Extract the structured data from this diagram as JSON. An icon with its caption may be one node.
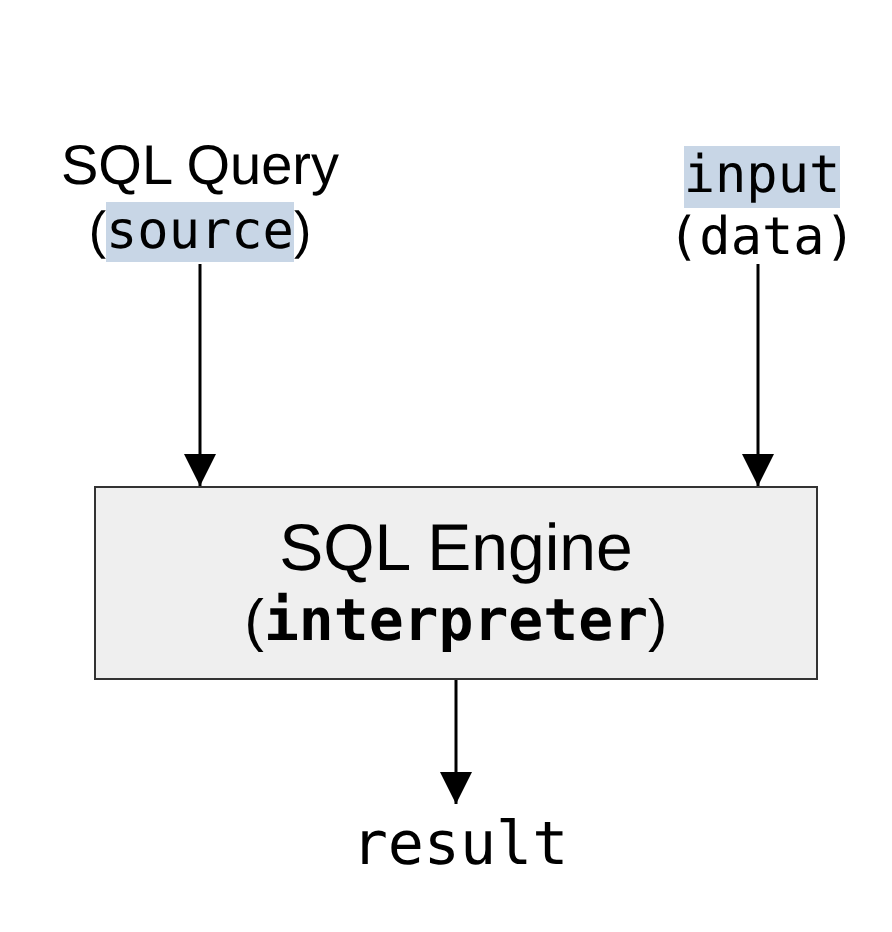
{
  "diagram": {
    "nodes": [
      {
        "text": [
          "SQL Query",
          "(source)"
        ]
      },
      {
        "text": [
          "input",
          "(data)"
        ]
      },
      {
        "text": [
          "SQL Engine",
          "(interpreter)"
        ]
      },
      {
        "text": [
          "result"
        ]
      }
    ],
    "edges": [
      {
        "from": 0,
        "to": 2,
        "arrow": "to"
      },
      {
        "from": 1,
        "to": 2,
        "arrow": "to"
      },
      {
        "from": 2,
        "to": 3,
        "arrow": "to"
      }
    ]
  }
}
